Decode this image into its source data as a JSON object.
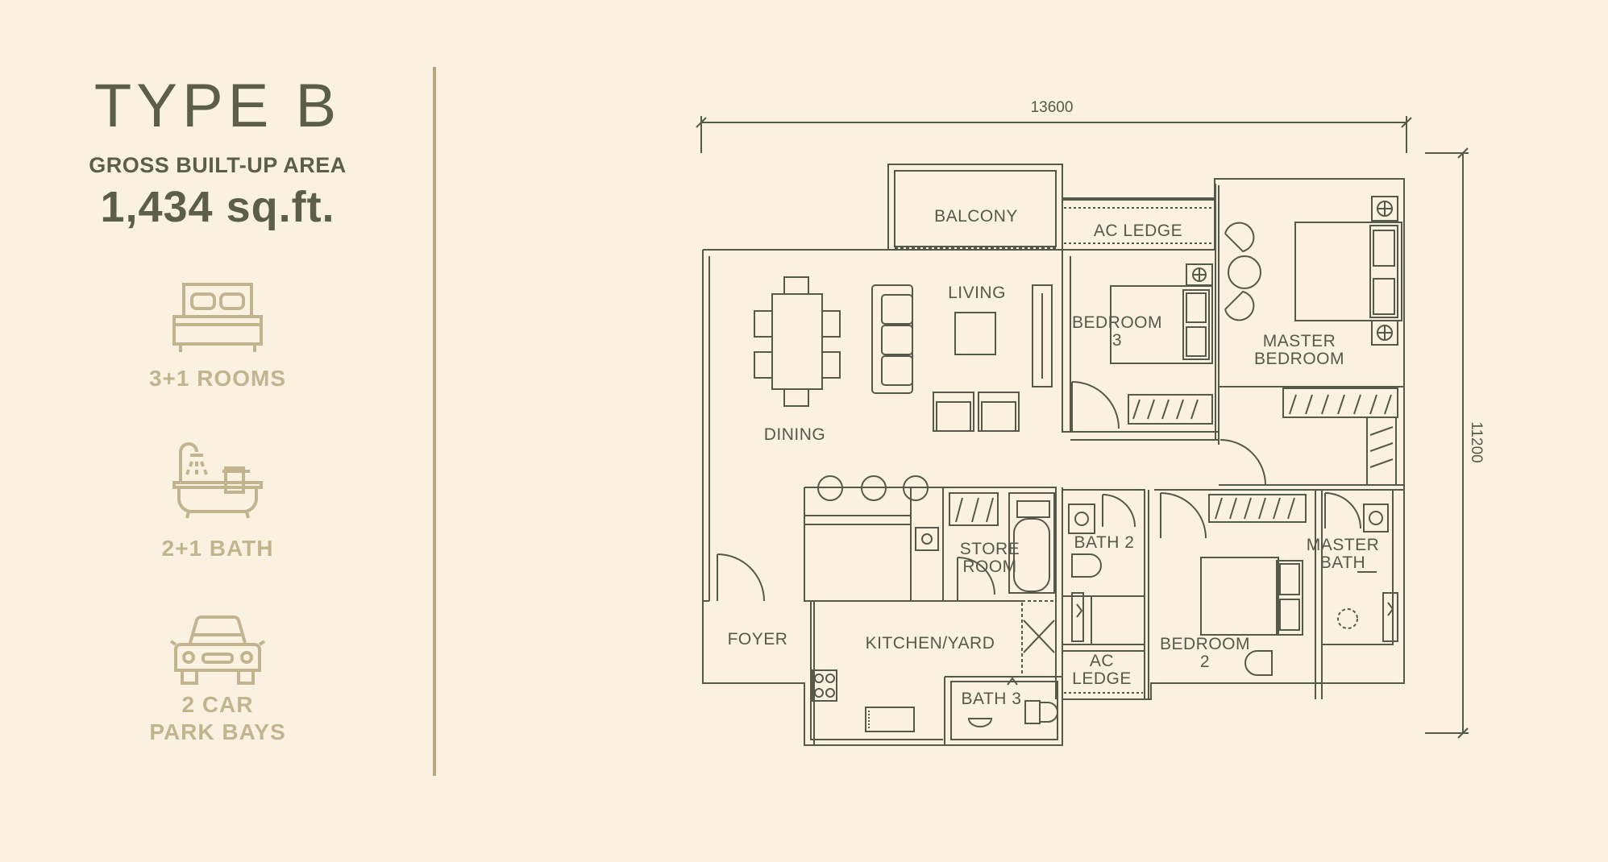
{
  "unit": {
    "title": "TYPE B",
    "area_label": "GROSS BUILT-UP AREA",
    "area_value": "1,434 sq.ft."
  },
  "features": [
    {
      "icon": "bed-icon",
      "label": "3+1 ROOMS"
    },
    {
      "icon": "bathtub-icon",
      "label": "2+1 BATH"
    },
    {
      "icon": "car-icon",
      "label_line1": "2 CAR",
      "label_line2": "PARK BAYS"
    }
  ],
  "dimensions": {
    "width": "13600",
    "depth": "11200"
  },
  "rooms": {
    "balcony": "BALCONY",
    "ac_ledge_top": "AC LEDGE",
    "living": "LIVING",
    "dining": "DINING",
    "bedroom3_line1": "BEDROOM",
    "bedroom3_line2": "3",
    "master_bedroom_line1": "MASTER",
    "master_bedroom_line2": "BEDROOM",
    "store_room_line1": "STORE",
    "store_room_line2": "ROOM",
    "bath2": "BATH 2",
    "master_bath_line1": "MASTER",
    "master_bath_line2": "BATH",
    "foyer": "FOYER",
    "kitchen_yard": "KITCHEN/YARD",
    "ac_ledge_bottom_line1": "AC",
    "ac_ledge_bottom_line2": "LEDGE",
    "bedroom2_line1": "BEDROOM",
    "bedroom2_line2": "2",
    "bath3": "BATH 3"
  },
  "colors": {
    "background": "#fbf1e0",
    "dark_text": "#5b5e48",
    "muted_text": "#c3b490",
    "line": "#55594a",
    "divider": "#b8a67f"
  }
}
